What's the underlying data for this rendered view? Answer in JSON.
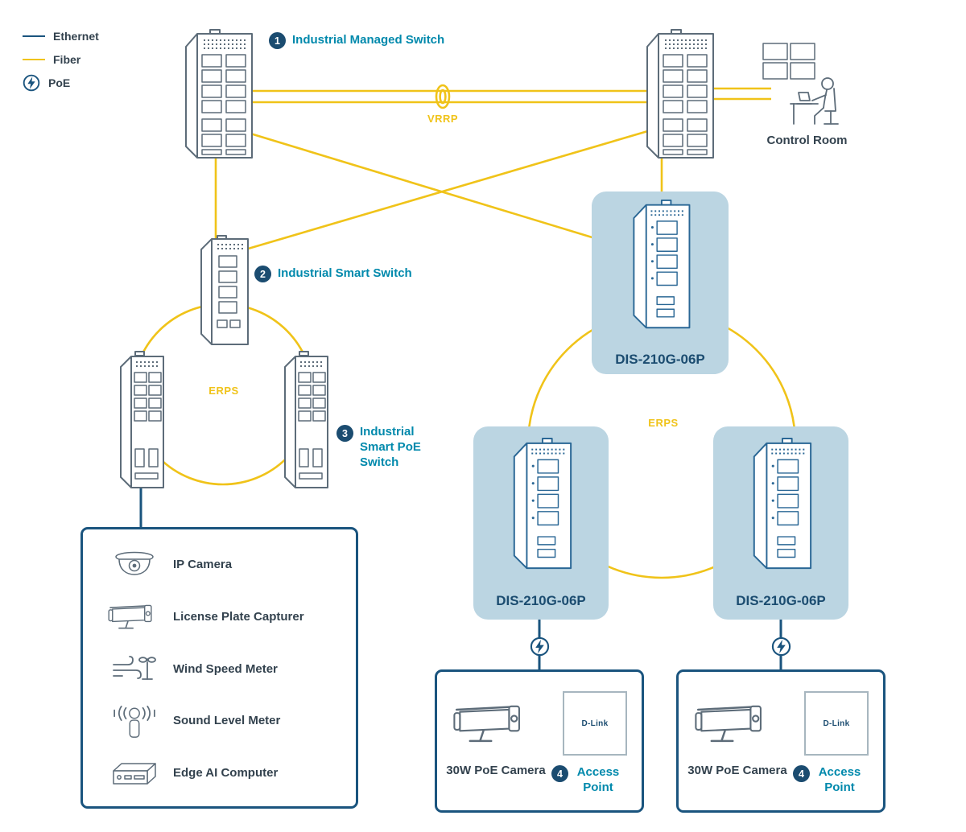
{
  "colors": {
    "fiber": "#F0C319",
    "ethernet": "#1A547E",
    "teal": "#0089AC",
    "navy": "#1B4C70",
    "box_fill": "#BBD5E2",
    "outline_gray": "#5D6C79",
    "outline_blue": "#2A6795",
    "text_dark": "#33424E",
    "ap_border": "#A7B6BF"
  },
  "legend": {
    "ethernet": "Ethernet",
    "fiber": "Fiber",
    "poe": "PoE"
  },
  "topology": {
    "managed_switch": {
      "num": "1",
      "label": "Industrial Managed Switch"
    },
    "smart_switch": {
      "num": "2",
      "label": "Industrial Smart Switch"
    },
    "smart_poe_switch": {
      "num": "3",
      "label": "Industrial Smart PoE Switch"
    },
    "access_point": {
      "num": "4",
      "label": "Access Point"
    },
    "control_room": "Control Room",
    "vrrp": "VRRP",
    "erps_left": "ERPS",
    "erps_right": "ERPS",
    "dis_switch_model": "DIS-210G-06P",
    "poe_camera": "30W PoE Camera",
    "ap_brand": "D-Link"
  },
  "devices": [
    {
      "icon": "dome-camera-icon",
      "label": "IP Camera"
    },
    {
      "icon": "bullet-camera-icon",
      "label": "License Plate Capturer"
    },
    {
      "icon": "wind-meter-icon",
      "label": "Wind Speed Meter"
    },
    {
      "icon": "sound-meter-icon",
      "label": "Sound Level Meter"
    },
    {
      "icon": "edge-ai-icon",
      "label": "Edge AI Computer"
    }
  ]
}
